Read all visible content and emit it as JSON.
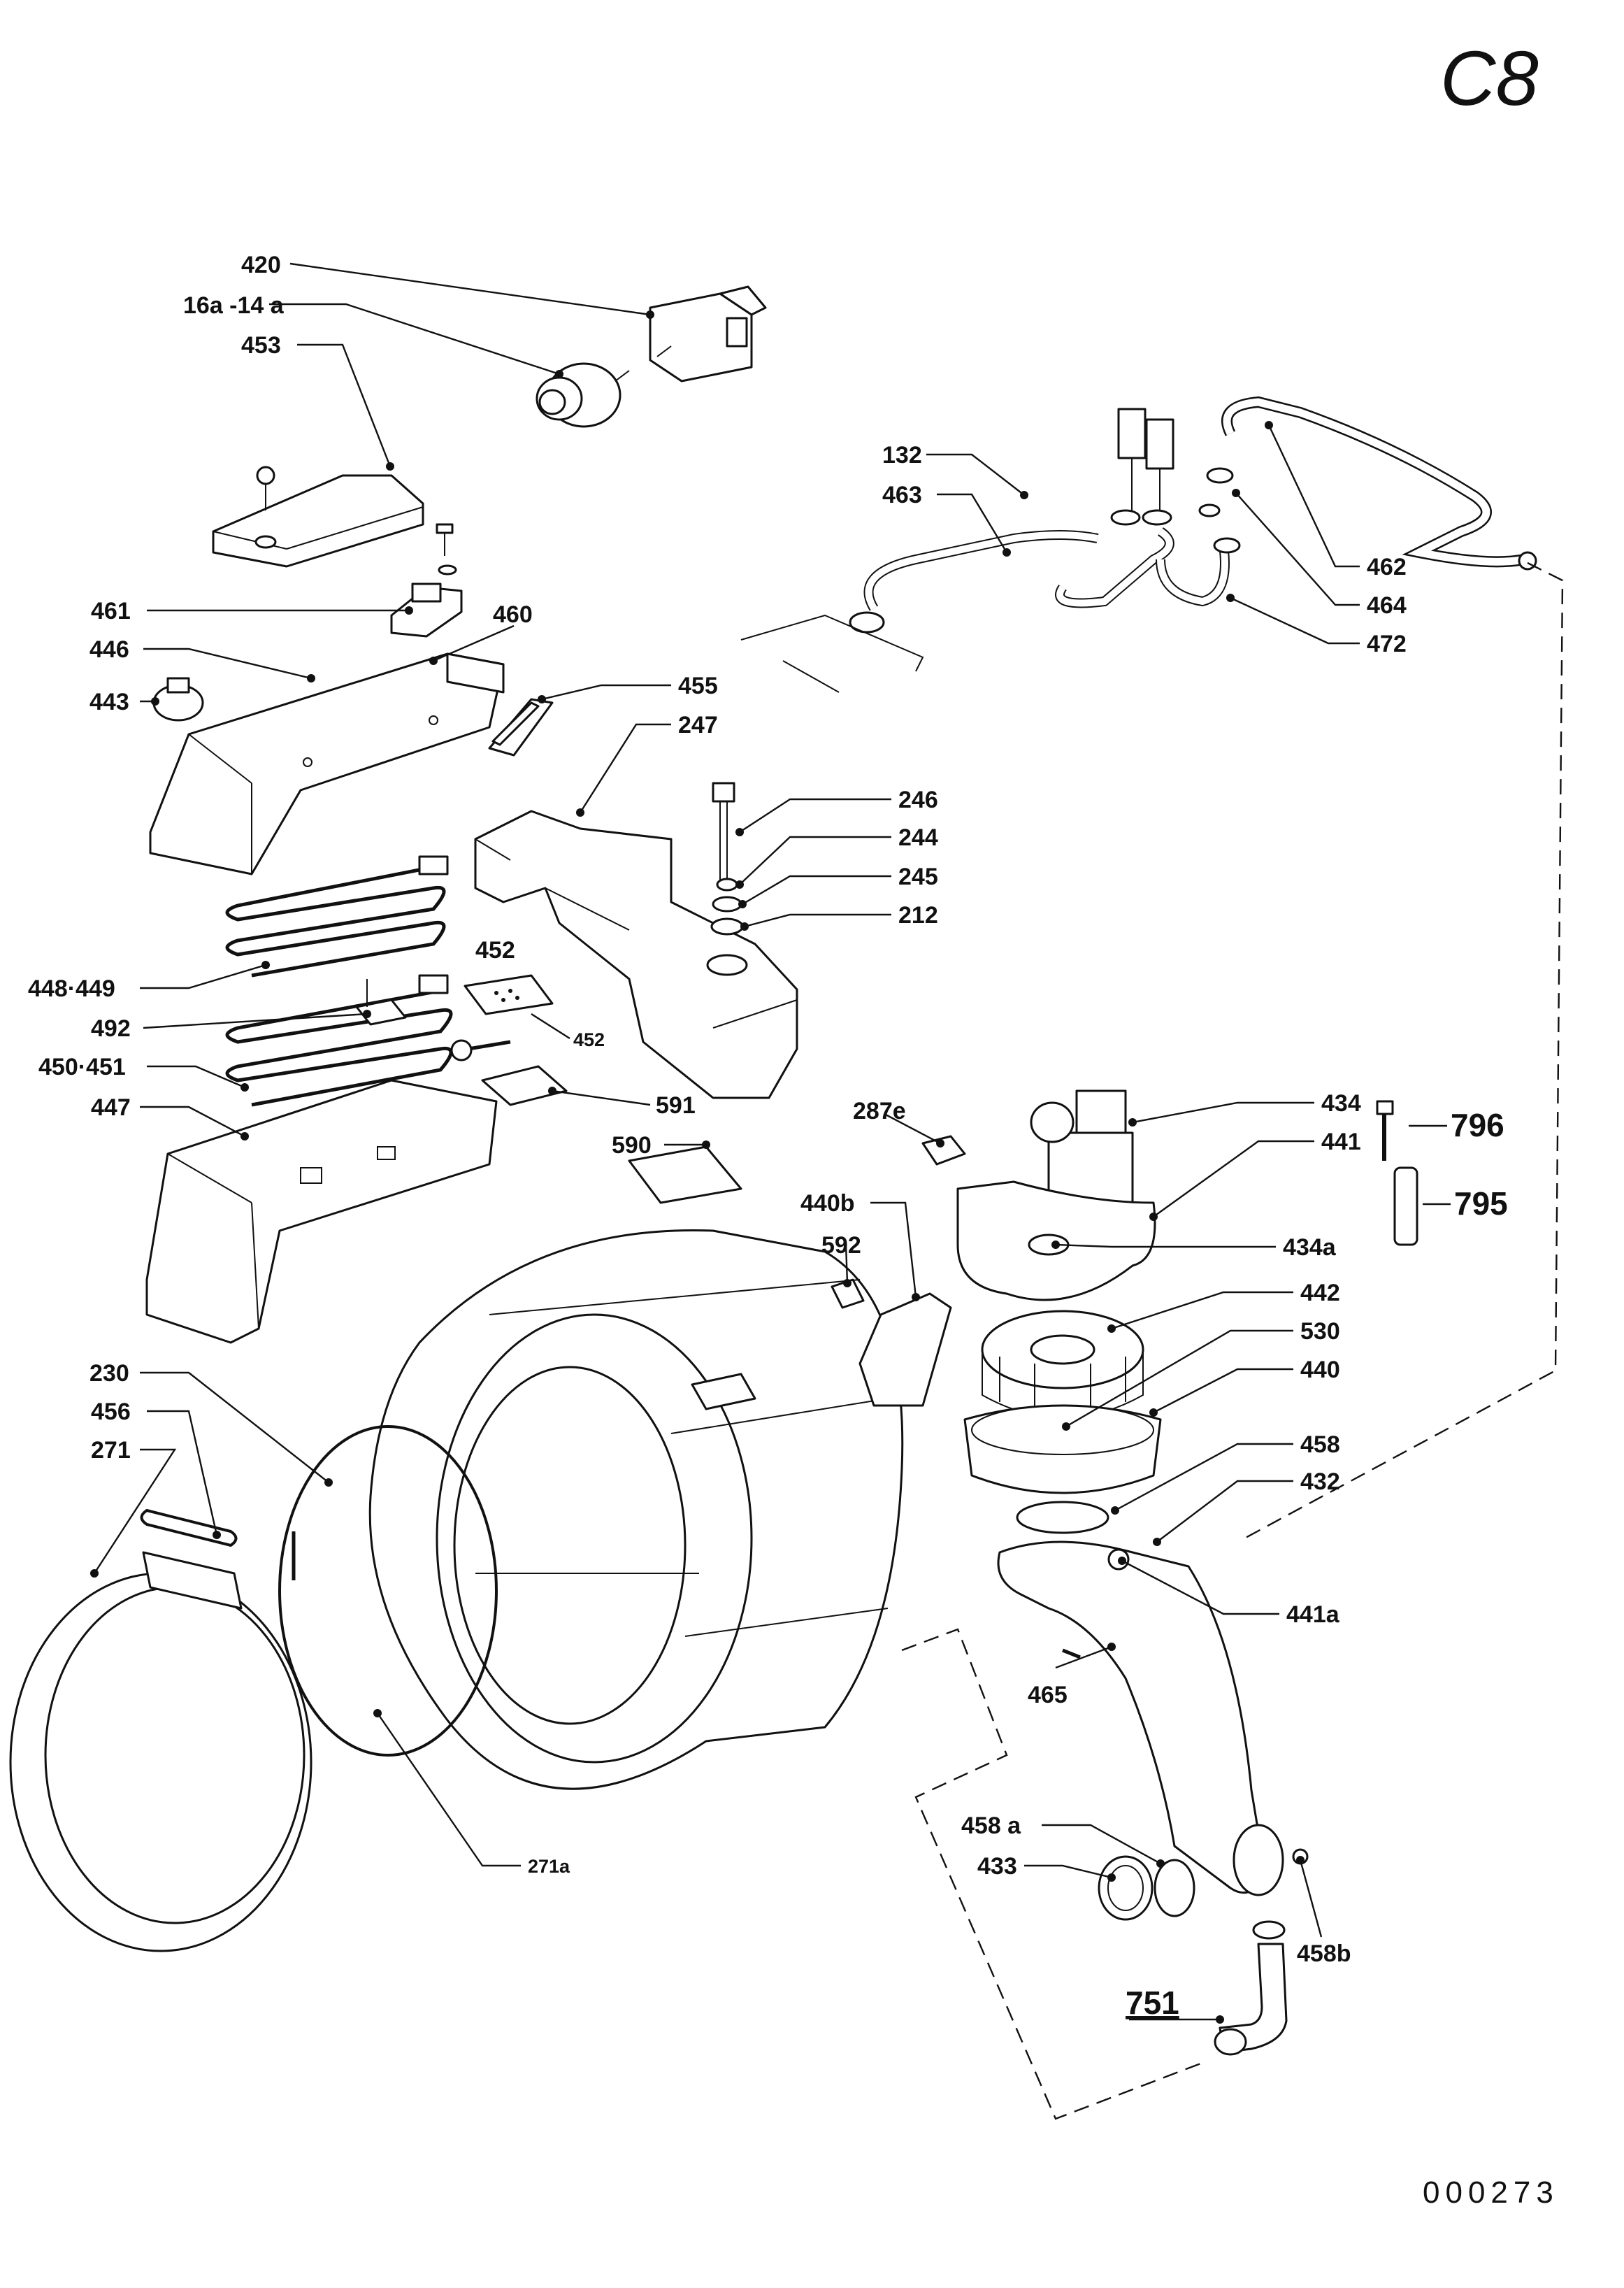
{
  "sheet": {
    "page_code": "C8",
    "drawing_number": "000273"
  },
  "labels": {
    "l420": "420",
    "l16a14a": "16a -14 a",
    "l453": "453",
    "l461": "461",
    "l460": "460",
    "l446": "446",
    "l443": "443",
    "l455": "455",
    "l247": "247",
    "l246": "246",
    "l244": "244",
    "l245": "245",
    "l212": "212",
    "l448449": "448·449",
    "l452a": "452",
    "l452b": "452",
    "l492": "492",
    "l450451": "450·451",
    "l591": "591",
    "l447": "447",
    "l590": "590",
    "l287e": "287e",
    "l434": "434",
    "l441": "441",
    "l434a": "434a",
    "l440b": "440b",
    "l592": "592",
    "l442": "442",
    "l530": "530",
    "l440": "440",
    "l458": "458",
    "l432": "432",
    "l441a": "441a",
    "l465": "465",
    "l458a": "458 a",
    "l433": "433",
    "l458b": "458b",
    "l751": "751",
    "l230": "230",
    "l456": "456",
    "l271": "271",
    "l271a": "271a",
    "l132": "132",
    "l463": "463",
    "l462": "462",
    "l464": "464",
    "l472": "472",
    "l796": "796",
    "l795": "795"
  }
}
